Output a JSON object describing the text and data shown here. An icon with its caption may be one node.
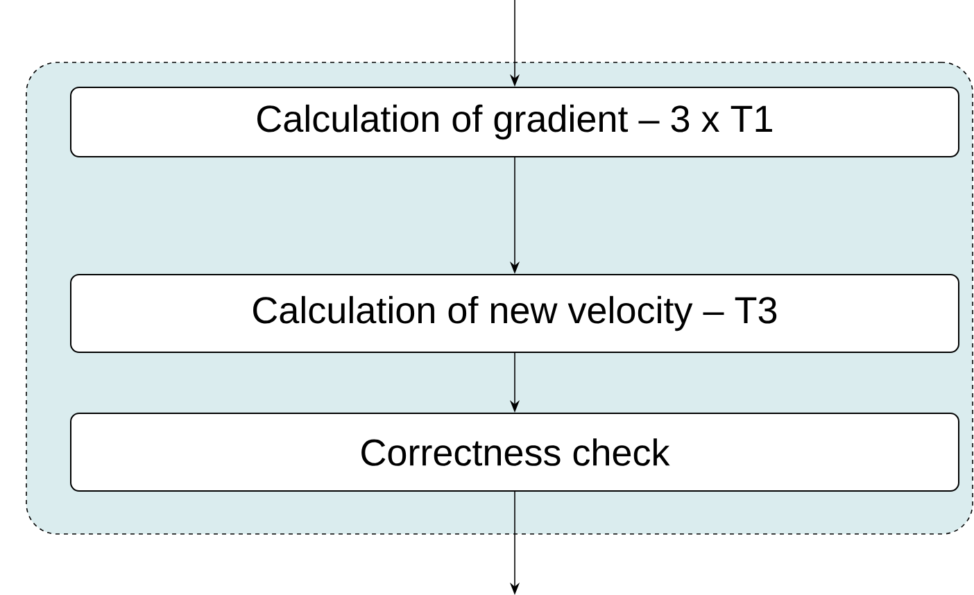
{
  "diagram": {
    "nodes": [
      {
        "text": [],
        "shape": "box"
      },
      {
        "text": [
          "Calculation of gradient – 3 x T1"
        ],
        "in": 0
      },
      {
        "text": [
          "Calculation of new velocity –  T3"
        ],
        "in": 0
      },
      {
        "text": [
          "Correctness check"
        ],
        "in": 0
      }
    ],
    "edges": [
      {
        "from": null,
        "to": 1,
        "arrow": "to"
      },
      {
        "from": 1,
        "to": 2,
        "arrow": "to"
      },
      {
        "from": 2,
        "to": 3,
        "arrow": "to"
      },
      {
        "from": 3,
        "to": null,
        "arrow": "to"
      }
    ]
  }
}
